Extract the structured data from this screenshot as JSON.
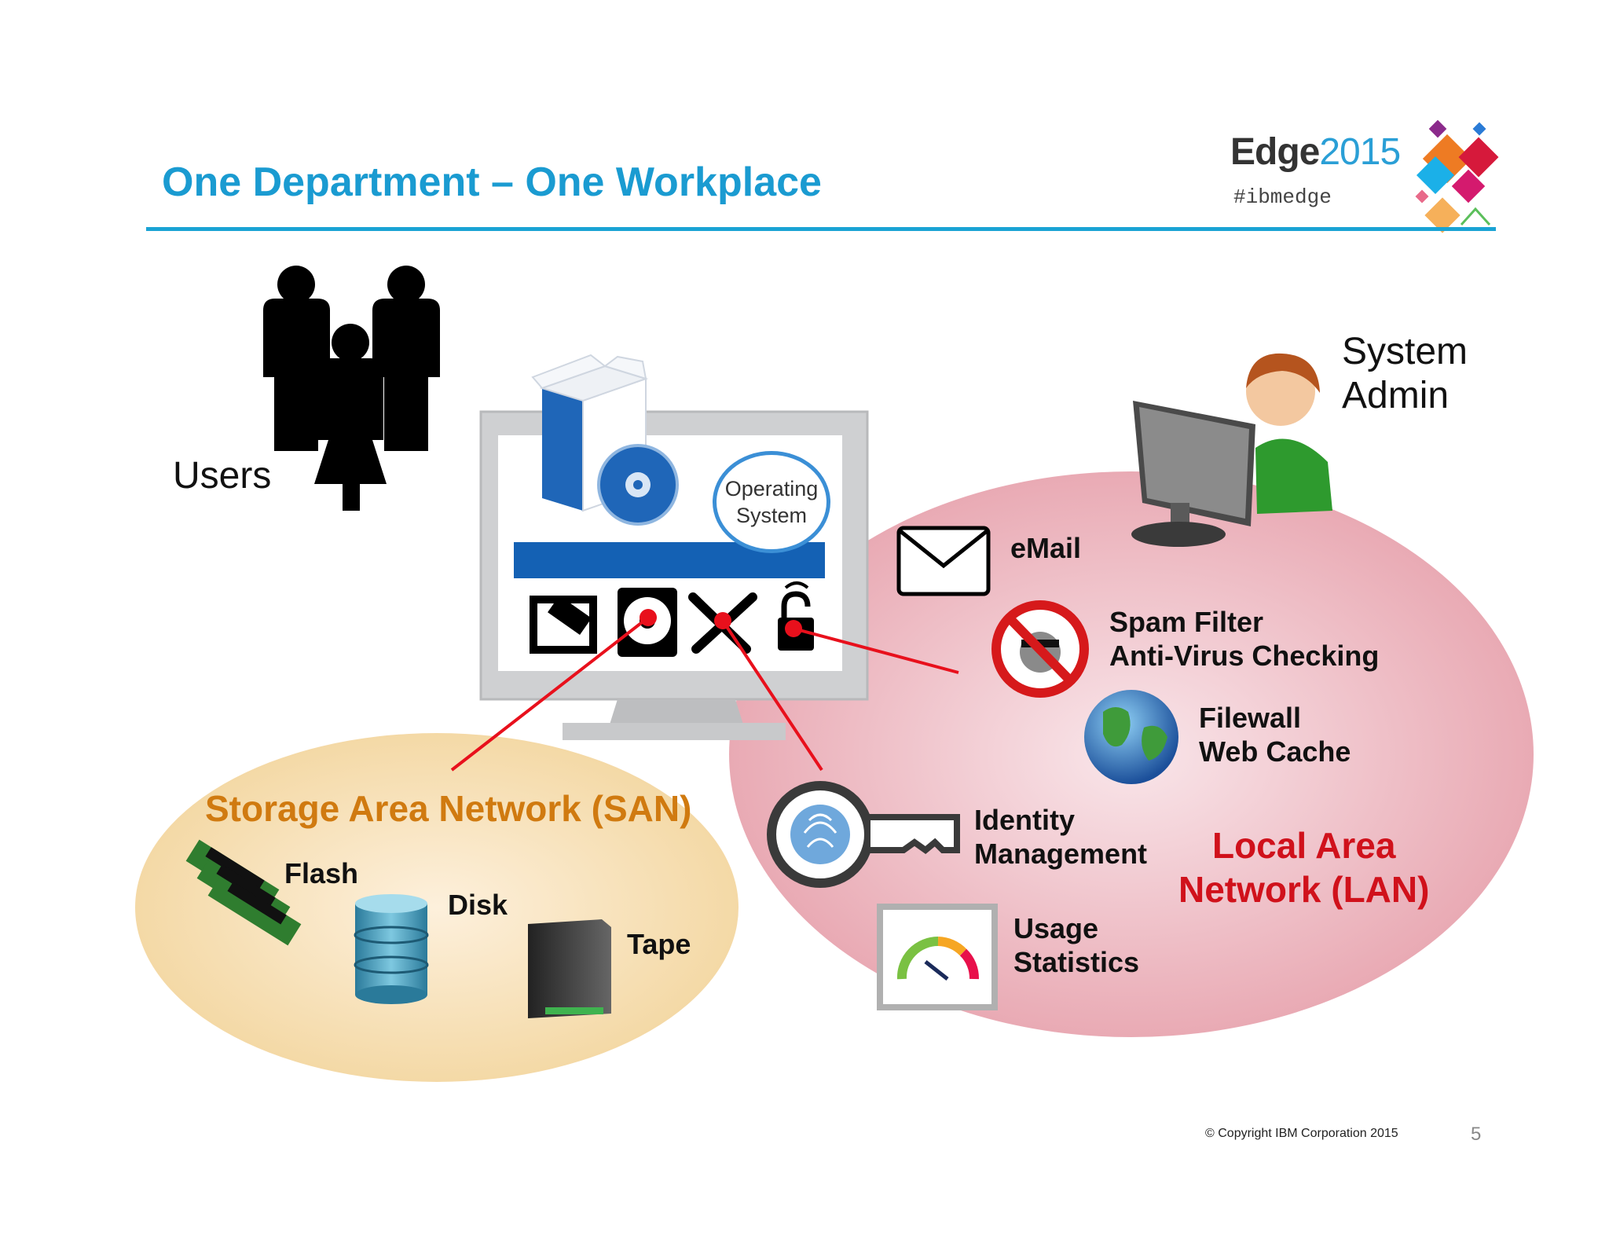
{
  "title": "One Department – One Workplace",
  "brand": {
    "name": "Edge",
    "year": "2015",
    "hashtag": "#ibmedge"
  },
  "users_label": "Users",
  "system_admin": {
    "line1": "System",
    "line2": "Admin"
  },
  "os_badge": {
    "line1": "Operating",
    "line2": "System"
  },
  "san": {
    "title": "Storage Area Network (SAN)",
    "items": [
      "Flash",
      "Disk",
      "Tape"
    ]
  },
  "lan": {
    "title_line1": "Local Area",
    "title_line2": "Network (LAN)",
    "items": [
      {
        "line1": "eMail",
        "line2": ""
      },
      {
        "line1": "Spam Filter",
        "line2": "Anti-Virus Checking"
      },
      {
        "line1": "Filewall",
        "line2": "Web Cache"
      },
      {
        "line1": "Identity",
        "line2": "Management"
      },
      {
        "line1": "Usage",
        "line2": "Statistics"
      }
    ]
  },
  "footer": {
    "copyright": "© Copyright IBM Corporation 2015",
    "page": "5"
  },
  "colors": {
    "title": "#1a9bd1",
    "san": "#d07a10",
    "lan": "#d0111b",
    "connector": "#e8101c"
  }
}
